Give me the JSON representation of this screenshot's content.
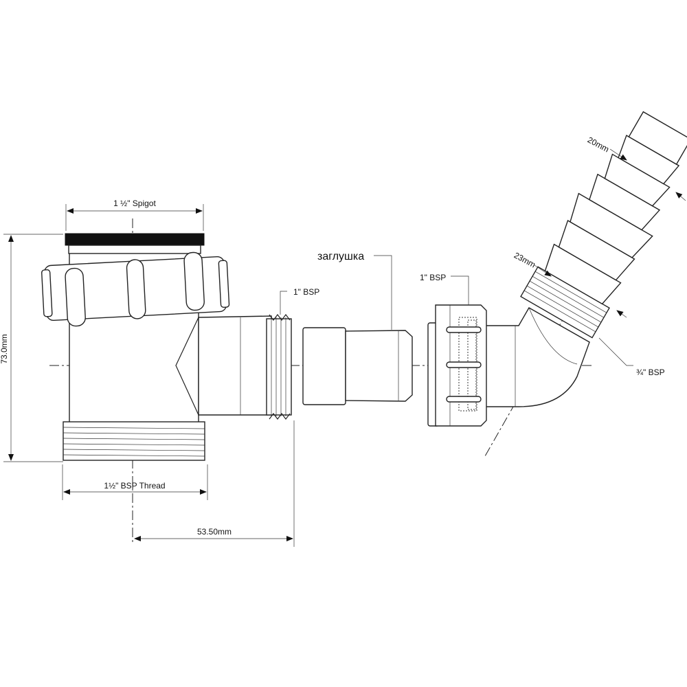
{
  "drawing": {
    "labels": {
      "spigot": "1 ½\" Spigot",
      "height": "73.0mm",
      "bsp_thread": "1½\" BSP Thread",
      "offset": "53.50mm",
      "bsp_left": "1\" BSP",
      "plug": "заглушка",
      "bsp_right": "1\" BSP",
      "hose_20": "20mm",
      "hose_23": "23mm",
      "bsp_3_4": "¾\" BSP"
    }
  }
}
